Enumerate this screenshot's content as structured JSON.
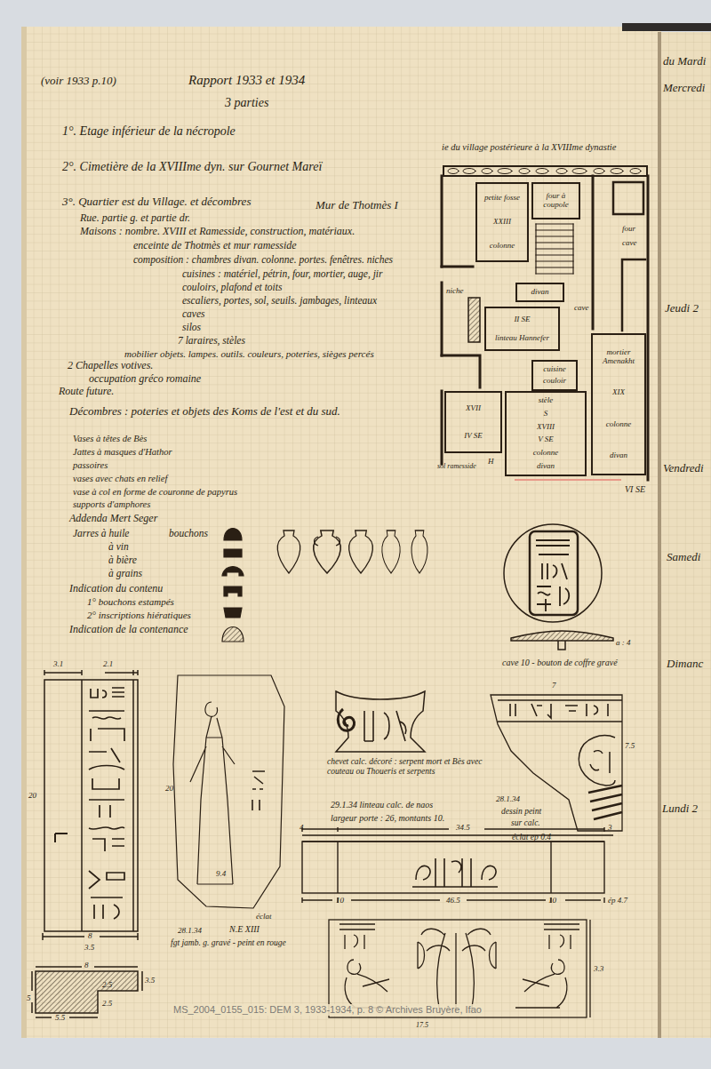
{
  "diagram": {
    "title": "Rapport 1933 et 1934",
    "nodes": [
      {
        "text": [
          "petite fosse",
          "XXIII",
          "colonne"
        ]
      },
      {
        "text": [
          "four à coupole"
        ]
      },
      {
        "text": [
          "divan"
        ]
      },
      {
        "text": [
          "II SE",
          "linteau Hannefer"
        ]
      },
      {
        "text": [
          "cuisine",
          "couloir"
        ]
      },
      {
        "text": [
          "mortier Amenakht",
          "XIX",
          "colonne",
          "divan"
        ]
      },
      {
        "text": [
          "XVII",
          "IV SE"
        ]
      },
      {
        "text": [
          "stèle",
          "S",
          "XVIII",
          "V SE",
          "colonne",
          "divan"
        ]
      }
    ],
    "labels": [
      "(voir 1933 p.10)",
      "3 parties",
      "1°. Etage inférieur de la nécropole",
      "2°. Cimetière de la XVIIIme dyn. sur Gournet Mareï",
      "3°. Quartier est du Village. et décombres",
      "Mur de Thotmès I",
      "Rue. partie g. et partie dr.",
      "Maisons : nombre. XVIII et Ramesside, construction, matériaux.",
      "enceinte de Thotmès et mur ramesside",
      "composition : chambres divan. colonne. portes. fenêtres. niches",
      "cuisines : matériel, pétrin, four, mortier, auge, jir",
      "couloirs, plafond et toits",
      "escaliers, portes, sol, seuils. jambages, linteaux",
      "caves",
      "silos",
      "7 laraires, stèles",
      "mobilier objets. lampes. outils. couleurs, poteries, sièges percés",
      "2 Chapelles votives.",
      "occupation gréco romaine",
      "Route future.",
      "Décombres : poteries et objets des Koms de l'est et du sud.",
      "Vases à têtes de Bès",
      "Jattes à masques d'Hathor",
      "passoires",
      "vases avec chats en relief",
      "vase à col en forme de couronne de papyrus",
      "supports d'amphores",
      "Addenda Mert Seger",
      "Jarres à huile",
      "bouchons",
      "à vin",
      "à bière",
      "à grains",
      "Indication du contenu",
      "1° bouchons estampés",
      "2° inscriptions hiératiques",
      "Indication de la contenance",
      "ie du village postérieure à la XVIIIme dynastie",
      "niche",
      "four",
      "cave",
      "cave",
      "H",
      "sol ramesside",
      "VI SE",
      "du Mardi",
      "Mercredi",
      "Jeudi 2",
      "Vendredi",
      "Samedi",
      "Dimanc",
      "Lundi 2",
      "a : 4",
      "cave 10 - bouton de coffre gravé",
      "3.1",
      "2.1",
      "20",
      "8",
      "3.5",
      "8",
      "3.5",
      "5",
      "2.5",
      "2.5",
      "5.5",
      "20",
      "9.4",
      "éclat",
      "28.1.34",
      "N.E XIII",
      "fgt jamb. g. gravé - peint en rouge",
      "chevet calc. décoré : serpent mort et Bès avec couteau ou Thoueris et serpents",
      "29.1.34 linteau calc. de naos",
      "largeur porte : 26, montants 10.",
      "7",
      "7.5",
      "28.1.34",
      "dessin peint",
      "sur calc.",
      "éclat ep 0.4",
      "4",
      "34.5",
      "3",
      "10",
      "46.5",
      "10",
      "ép 4.7",
      "3.3",
      "17.5",
      "MS_2004_0155_015: DEM 3, 1933-1934, p. 8 © Archives Bruyère, Ifao"
    ]
  }
}
